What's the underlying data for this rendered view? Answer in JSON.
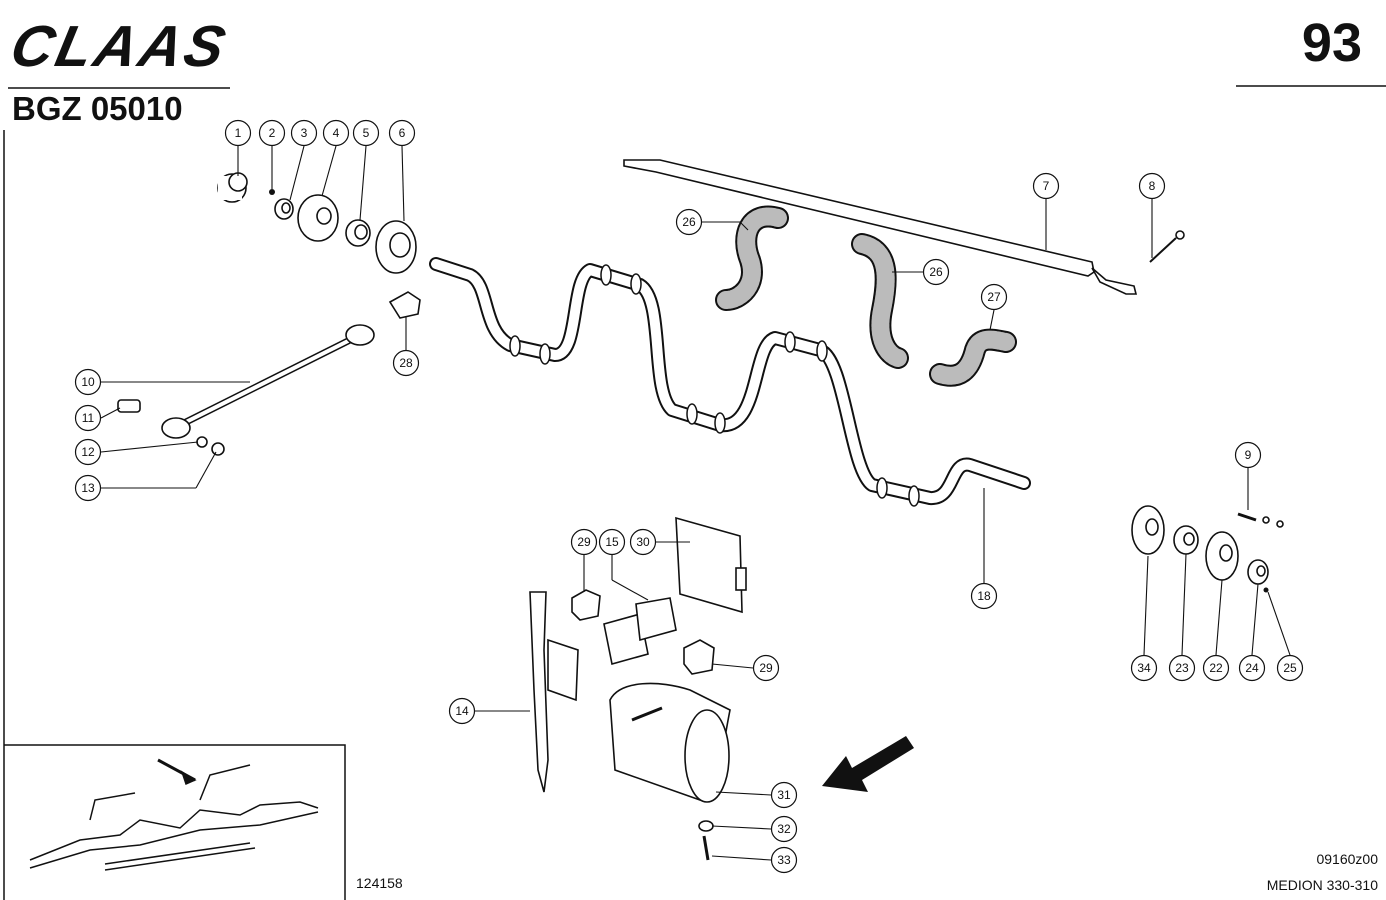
{
  "header": {
    "brand": "CLAAS",
    "page_number": "93",
    "group_code": "BGZ 05010"
  },
  "footer": {
    "drawing_number": "124158",
    "image_ref": "09160z00",
    "model": "MEDION 330-310"
  },
  "callouts": [
    "1",
    "2",
    "3",
    "4",
    "5",
    "6",
    "7",
    "8",
    "9",
    "10",
    "11",
    "12",
    "13",
    "14",
    "15",
    "18",
    "22",
    "23",
    "24",
    "25",
    "26",
    "26",
    "27",
    "28",
    "29",
    "29",
    "30",
    "31",
    "32",
    "33",
    "34"
  ]
}
